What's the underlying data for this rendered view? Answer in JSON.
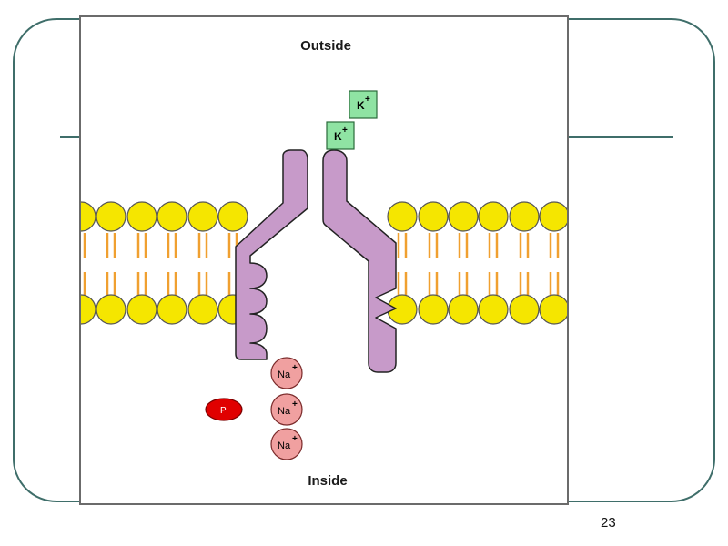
{
  "slide": {
    "number": "23"
  },
  "diagram": {
    "outside_label": "Outside",
    "inside_label": "Inside",
    "potassium_ions": [
      {
        "symbol": "K",
        "charge": "+"
      },
      {
        "symbol": "K",
        "charge": "+"
      }
    ],
    "sodium_ions": [
      {
        "symbol": "Na",
        "charge": "+"
      },
      {
        "symbol": "Na",
        "charge": "+"
      },
      {
        "symbol": "Na",
        "charge": "+"
      }
    ],
    "phosphate": {
      "symbol": "P"
    },
    "colors": {
      "frame": "#3f6e6a",
      "lipid_head": "#f5e600",
      "lipid_tail": "#f0a030",
      "pump_protein": "#c79ac9",
      "potassium": "#8fe3a3",
      "sodium": "#f0a0a0",
      "phosphate": "#e00000"
    }
  }
}
